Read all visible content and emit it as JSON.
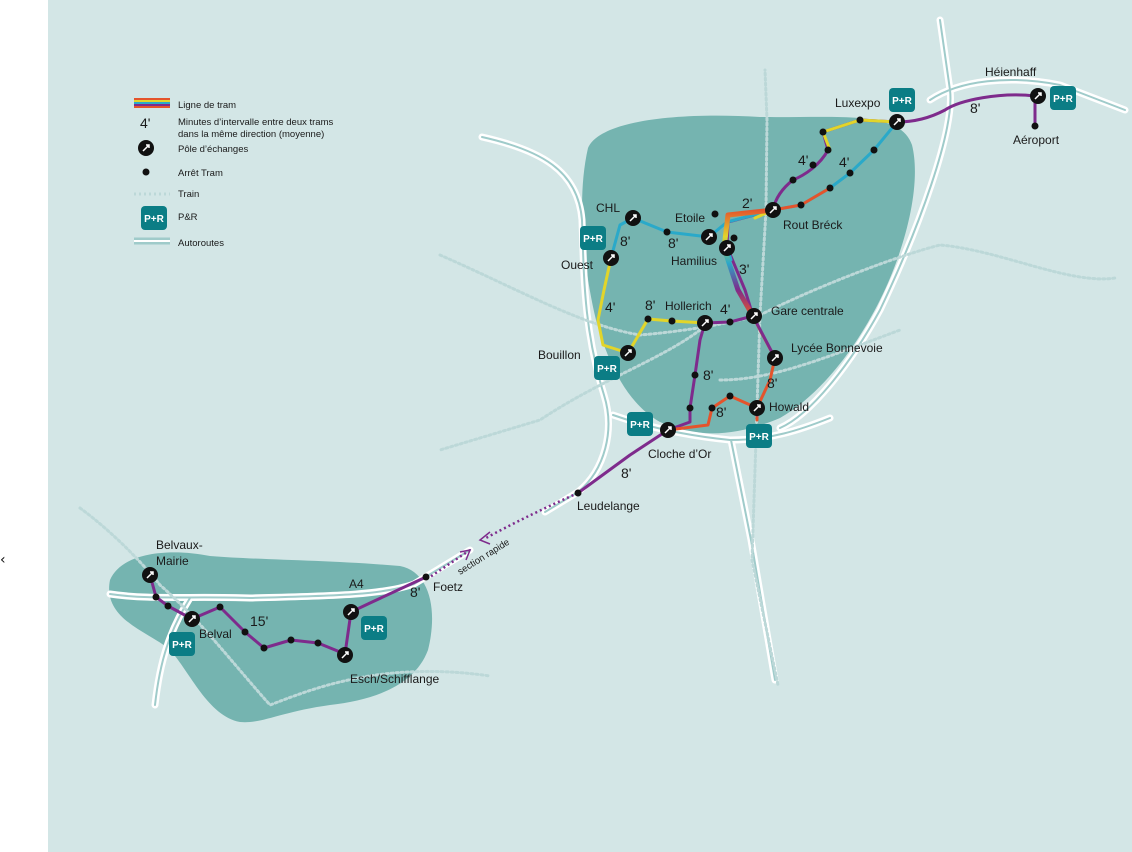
{
  "nav": {
    "back_glyph": "‹",
    "back_icon": "chevron-left-icon"
  },
  "colors": {
    "background": "#d3e6e6",
    "urban_zone": "#75b4b0",
    "motorway": "#9fcbca",
    "train": "#c0dada",
    "interchange": "#111111",
    "pr": "#0b7d85",
    "line_blue": "#2aa9c9",
    "line_purple": "#7e2b8c",
    "line_yellow": "#e2d52a",
    "line_orange": "#e4542c"
  },
  "legend": {
    "tram_line": "Ligne de tram",
    "interval_value": "4'",
    "interval_line1": "Minutes d’intervalle entre deux trams",
    "interval_line2": "dans la même direction (moyenne)",
    "exchange": "Pôle d’échanges",
    "tram_stop": "Arrêt Tram",
    "train": "Train",
    "pr_badge": "P+R",
    "pr": "P&R",
    "motorway": "Autoroutes"
  },
  "stations": {
    "heienhaff": "Héienhaff",
    "aeroport": "Aéroport",
    "luxexpo": "Luxexpo",
    "chl": "CHL",
    "etoile": "Etoile",
    "rout_breck": "Rout Bréck",
    "hamilius": "Hamilius",
    "ouest": "Ouest",
    "hollerich": "Hollerich",
    "gare_centrale": "Gare centrale",
    "bouillon": "Bouillon",
    "lycee_bonnevoie": "Lycée Bonnevoie",
    "howald": "Howald",
    "cloche_dor": "Cloche d’Or",
    "leudelange": "Leudelange",
    "foetz": "Foetz",
    "a4": "A4",
    "belvaux_mairie_1": "Belvaux-",
    "belvaux_mairie_2": "Mairie",
    "belval": "Belval",
    "esch_schifflange": "Esch/Schifflange"
  },
  "section_rapide": "section rapide",
  "pr_label": "P+R",
  "intervals": {
    "heienhaff": "8'",
    "luxexpo_a": "4'",
    "luxexpo_b": "4'",
    "rout_breck": "2'",
    "chl": "8'",
    "etoile": "8'",
    "hamilius": "3'",
    "ouest": "4'",
    "hollerich_w": "8'",
    "hollerich_e": "4'",
    "south_purple": "8'",
    "south_orange": "8'",
    "lycee": "8'",
    "leudelange": "8'",
    "foetz": "8'",
    "belval": "15'"
  }
}
